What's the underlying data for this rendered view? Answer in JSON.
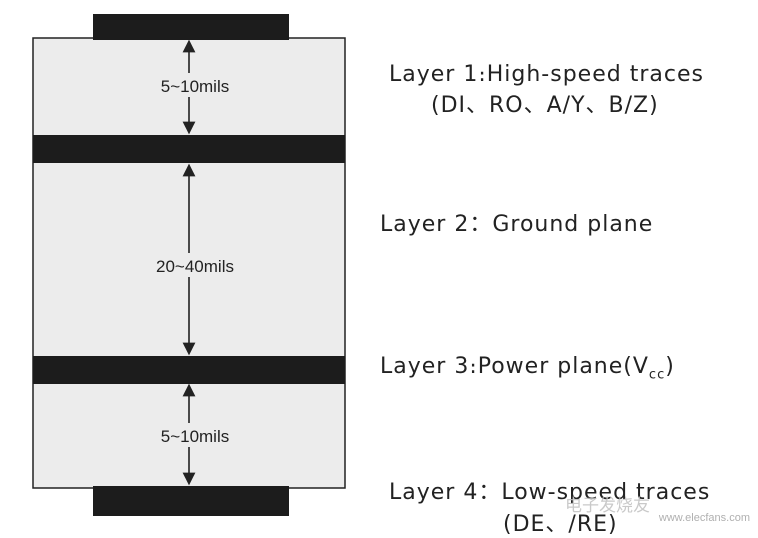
{
  "layers": [
    {
      "line1": "Layer 1։High-speed traces",
      "line2": "(DI、RO、A/Y、B/Z)"
    },
    {
      "line1": "Layer 2：Ground plane"
    },
    {
      "line1": "Layer 3։Power plane(V",
      "sub": "cc",
      "tail": ")"
    },
    {
      "line1": "Layer 4：Low-speed traces",
      "line2": "(DE、/RE)"
    }
  ],
  "dimensions": {
    "top_gap": "5~10mils",
    "middle_gap": "20~40mils",
    "bottom_gap": "5~10mils"
  },
  "watermark": {
    "logo": "电子发烧友",
    "url": "www.elecfans.com"
  },
  "colors": {
    "copper": "#1c1c1c",
    "dielectric": "#ececec",
    "outline": "#222222"
  }
}
